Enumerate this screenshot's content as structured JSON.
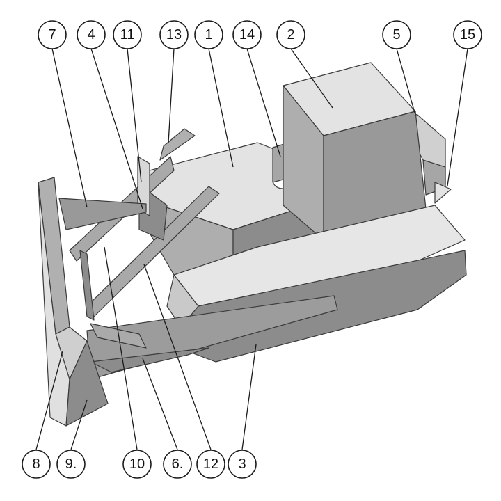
{
  "colors": {
    "light": "#e3e3e3",
    "mid": "#aeaeae",
    "dark": "#8c8c8c",
    "darker": "#777777",
    "outline": "#3a3a3a"
  },
  "labels": [
    {
      "id": "1",
      "text": "1"
    },
    {
      "id": "2",
      "text": "2"
    },
    {
      "id": "3",
      "text": "3"
    },
    {
      "id": "4",
      "text": "4"
    },
    {
      "id": "5",
      "text": "5"
    },
    {
      "id": "6",
      "text": "6."
    },
    {
      "id": "7",
      "text": "7"
    },
    {
      "id": "8",
      "text": "8"
    },
    {
      "id": "9",
      "text": "9."
    },
    {
      "id": "10",
      "text": "10"
    },
    {
      "id": "11",
      "text": "11"
    },
    {
      "id": "12",
      "text": "12"
    },
    {
      "id": "13",
      "text": "13"
    },
    {
      "id": "14",
      "text": "14"
    },
    {
      "id": "15",
      "text": "15"
    }
  ]
}
